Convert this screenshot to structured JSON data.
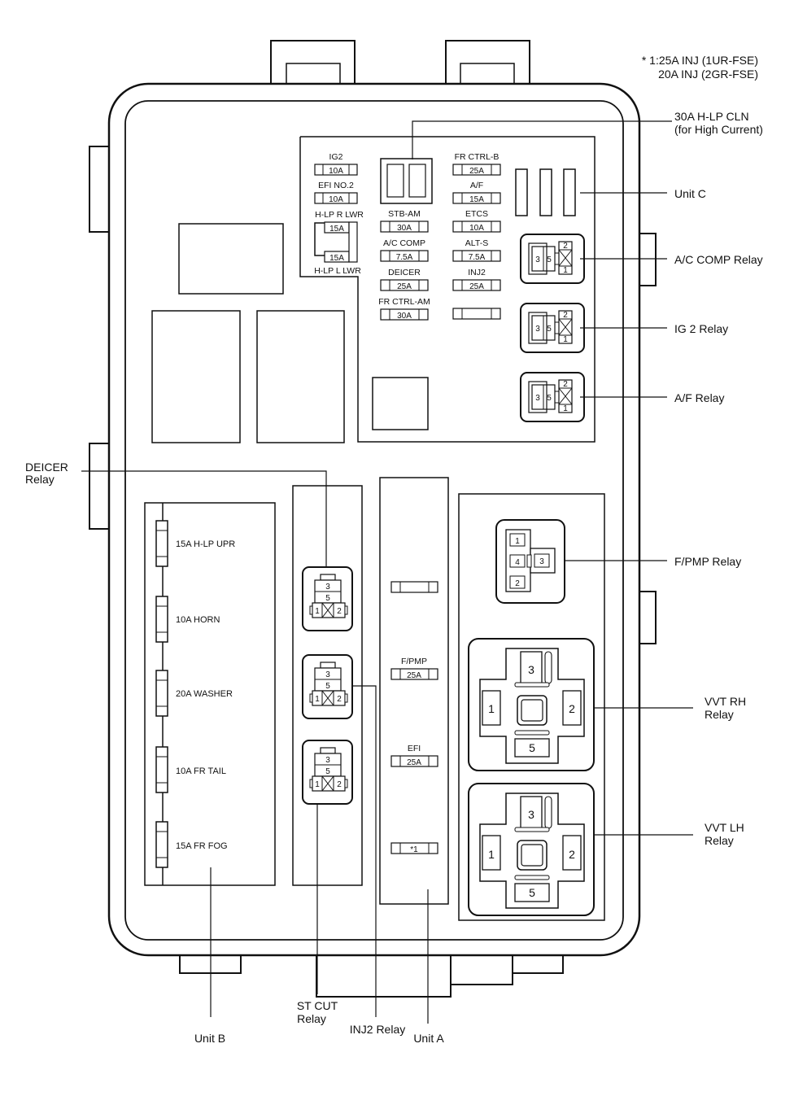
{
  "note": {
    "line1": "* 1:25A INJ (1UR-FSE)",
    "line2": "20A INJ (2GR-FSE)"
  },
  "callouts": {
    "hlp_cln_1": "30A H-LP CLN",
    "hlp_cln_2": "(for High Current)",
    "unit_c": "Unit C",
    "ac_comp_relay": "A/C COMP Relay",
    "ig2_relay": "IG 2 Relay",
    "af_relay": "A/F Relay",
    "deicer_relay_1": "DEICER",
    "deicer_relay_2": "Relay",
    "fpmp_relay": "F/PMP Relay",
    "vvt_rh_1": "VVT RH",
    "vvt_rh_2": "Relay",
    "vvt_lh_1": "VVT LH",
    "vvt_lh_2": "Relay",
    "unit_b": "Unit B",
    "st_cut_1": "ST CUT",
    "st_cut_2": "Relay",
    "inj2_relay": "INJ2 Relay",
    "unit_a": "Unit A"
  },
  "unit_c_fuses": {
    "ig2": {
      "label": "IG2",
      "amp": "10A"
    },
    "efi_no2": {
      "label": "EFI NO.2",
      "amp": "10A"
    },
    "hlp_r_lwr": {
      "label": "H-LP R LWR",
      "amp": "15A"
    },
    "hlp_l_lwr": {
      "label": "H-LP L LWR",
      "amp": "15A"
    },
    "stb_am": {
      "label": "STB-AM",
      "amp": "30A"
    },
    "ac_comp": {
      "label": "A/C COMP",
      "amp": "7.5A"
    },
    "deicer": {
      "label": "DEICER",
      "amp": "25A"
    },
    "fr_ctrl_am": {
      "label": "FR CTRL-AM",
      "amp": "30A"
    },
    "fr_ctrl_b": {
      "label": "FR CTRL-B",
      "amp": "25A"
    },
    "af": {
      "label": "A/F",
      "amp": "15A"
    },
    "etcs": {
      "label": "ETCS",
      "amp": "10A"
    },
    "alt_s": {
      "label": "ALT-S",
      "amp": "7.5A"
    },
    "inj2": {
      "label": "INJ2",
      "amp": "25A"
    }
  },
  "unit_a_fuses": {
    "fpmp": {
      "label": "F/PMP",
      "amp": "25A"
    },
    "efi": {
      "label": "EFI",
      "amp": "25A"
    },
    "star": {
      "amp": "*1"
    }
  },
  "unit_b_fuses": [
    "15A H-LP UPR",
    "10A HORN",
    "20A WASHER",
    "10A FR TAIL",
    "15A FR FOG"
  ],
  "relay_pins": {
    "small": {
      "p1": "1",
      "p2": "2",
      "p3": "3",
      "p5": "5"
    },
    "fpmp": {
      "p1": "1",
      "p2": "2",
      "p3": "3",
      "p4": "4"
    },
    "vvt": {
      "p1": "1",
      "p2": "2",
      "p3": "3",
      "p5": "5"
    }
  }
}
